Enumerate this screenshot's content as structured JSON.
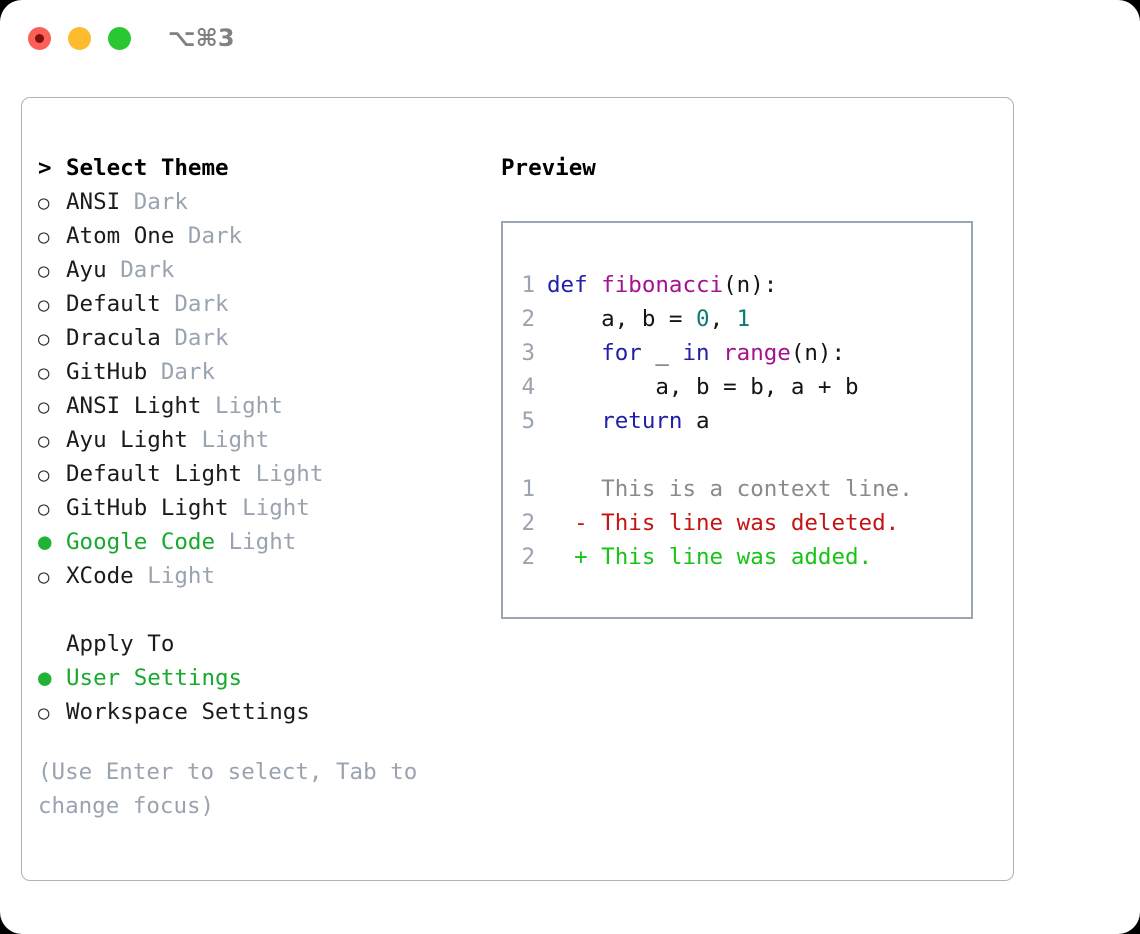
{
  "titlebar": {
    "shortcut": "⌥⌘3",
    "buttons": [
      {
        "name": "close",
        "color": "#fb5f57"
      },
      {
        "name": "minimize",
        "color": "#fcbc2e"
      },
      {
        "name": "zoom",
        "color": "#29c732"
      }
    ]
  },
  "theme_picker": {
    "prompt_marker": ">",
    "title": "Select Theme",
    "selected_marker": "●",
    "unselected_marker": "○",
    "items": [
      {
        "label": "ANSI",
        "variant": "Dark",
        "selected": false
      },
      {
        "label": "Atom One",
        "variant": "Dark",
        "selected": false
      },
      {
        "label": "Ayu",
        "variant": "Dark",
        "selected": false
      },
      {
        "label": "Default",
        "variant": "Dark",
        "selected": false
      },
      {
        "label": "Dracula",
        "variant": "Dark",
        "selected": false
      },
      {
        "label": "GitHub",
        "variant": "Dark",
        "selected": false
      },
      {
        "label": "ANSI Light",
        "variant": "Light",
        "selected": false
      },
      {
        "label": "Ayu Light",
        "variant": "Light",
        "selected": false
      },
      {
        "label": "Default Light",
        "variant": "Light",
        "selected": false
      },
      {
        "label": "GitHub Light",
        "variant": "Light",
        "selected": false
      },
      {
        "label": "Google Code",
        "variant": "Light",
        "selected": true
      },
      {
        "label": "XCode",
        "variant": "Light",
        "selected": false
      }
    ]
  },
  "apply_to": {
    "title": "Apply To",
    "items": [
      {
        "label": "User Settings",
        "selected": true
      },
      {
        "label": "Workspace Settings",
        "selected": false
      }
    ]
  },
  "hint": "(Use Enter to select, Tab to change focus)",
  "preview": {
    "heading": "Preview",
    "code_lines": [
      {
        "num": "1",
        "tokens": [
          {
            "t": "def ",
            "c": "kw"
          },
          {
            "t": "fibonacci",
            "c": "fn"
          },
          {
            "t": "(n):",
            "c": "plain"
          }
        ]
      },
      {
        "num": "2",
        "tokens": [
          {
            "t": "    a, b = ",
            "c": "plain"
          },
          {
            "t": "0",
            "c": "num"
          },
          {
            "t": ", ",
            "c": "plain"
          },
          {
            "t": "1",
            "c": "num"
          }
        ]
      },
      {
        "num": "3",
        "tokens": [
          {
            "t": "    ",
            "c": "plain"
          },
          {
            "t": "for",
            "c": "kw"
          },
          {
            "t": " _ ",
            "c": "plain"
          },
          {
            "t": "in",
            "c": "kw"
          },
          {
            "t": " ",
            "c": "plain"
          },
          {
            "t": "range",
            "c": "fn"
          },
          {
            "t": "(n):",
            "c": "plain"
          }
        ]
      },
      {
        "num": "4",
        "tokens": [
          {
            "t": "        a, b = b, a + b",
            "c": "plain"
          }
        ]
      },
      {
        "num": "5",
        "tokens": [
          {
            "t": "    ",
            "c": "plain"
          },
          {
            "t": "return",
            "c": "kw"
          },
          {
            "t": " a",
            "c": "plain"
          }
        ]
      }
    ],
    "diff_lines": [
      {
        "num": "1",
        "sign": " ",
        "text": "This is a context line.",
        "kind": "dctx"
      },
      {
        "num": "2",
        "sign": "-",
        "text": "This line was deleted.",
        "kind": "ddel"
      },
      {
        "num": "2",
        "sign": "+",
        "text": "This line was added.",
        "kind": "dadd"
      }
    ]
  },
  "colors": {
    "accent_green": "#17aa2e",
    "muted": "#9aa3b0",
    "keyword": "#2020a8",
    "function": "#a3128f",
    "number": "#0e7a70",
    "diff_added": "#15c415",
    "diff_deleted": "#c41414",
    "border": "#aeb3ba"
  }
}
